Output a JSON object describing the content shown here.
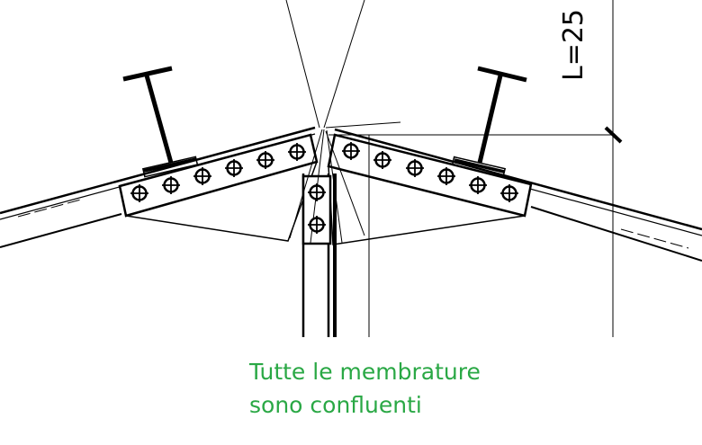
{
  "dimension": {
    "label": "L=25"
  },
  "caption": {
    "line1": "Tutte le membrature",
    "line2": "sono confluenti",
    "color": "#2aa845"
  }
}
